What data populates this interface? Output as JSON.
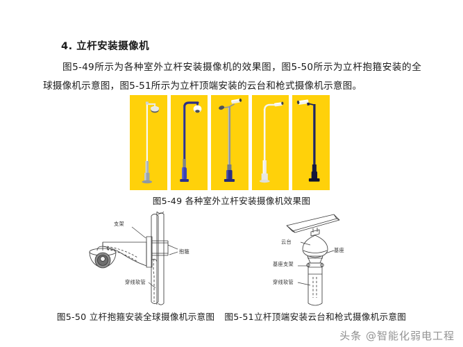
{
  "document": {
    "heading": "4. 立杆安装摄像机",
    "paragraph": "图5-49所示为各种室外立杆安装摄像机的效果图，图5-50所示为立杆抱箍安装的全球摄像机示意图，图5-51所示为立杆顶端安装的云台和枪式摄像机示意图。"
  },
  "figure_49": {
    "caption": "图5-49  各种室外立杆安装摄像机效果图",
    "background_color": "#FFD10A",
    "panels": [
      {
        "name": "white-pole-dome-camera",
        "pole_color": "#f2f2ee",
        "base_color": "#9aa4ad",
        "camera": "dome"
      },
      {
        "name": "blue-curved-pole-dome-camera",
        "pole_color": "#2b2f86",
        "base_color": "#3b45b5",
        "camera": "dome"
      },
      {
        "name": "grey-pole-dual-bullet-camera",
        "pole_color": "#8e949b",
        "base_color": "#2b2f86",
        "camera": "bullet-pair"
      },
      {
        "name": "white-pole-bullet-camera",
        "pole_color": "#f4f4f1",
        "base_color": "#e8e8e2",
        "camera": "bullet"
      },
      {
        "name": "navy-pole-bullet-camera",
        "pole_color": "#1d2252",
        "base_color": "#14173a",
        "camera": "bullet"
      }
    ]
  },
  "figure_50": {
    "caption": "图5-50  立杆抱箍安装全球摄像机示意图",
    "labels": {
      "bracket": "支架",
      "clamp": "抱箍",
      "conduit": "穿线软管"
    }
  },
  "figure_51": {
    "caption": "图5-51立杆顶端安装云台和枪式摄像机示意图",
    "labels": {
      "pan_tilt": "云台",
      "base": "基座",
      "base_bracket": "基座支架",
      "conduit": "穿线软管"
    }
  },
  "watermark": {
    "platform": "头条",
    "handle": "@智能化弱电工程"
  }
}
